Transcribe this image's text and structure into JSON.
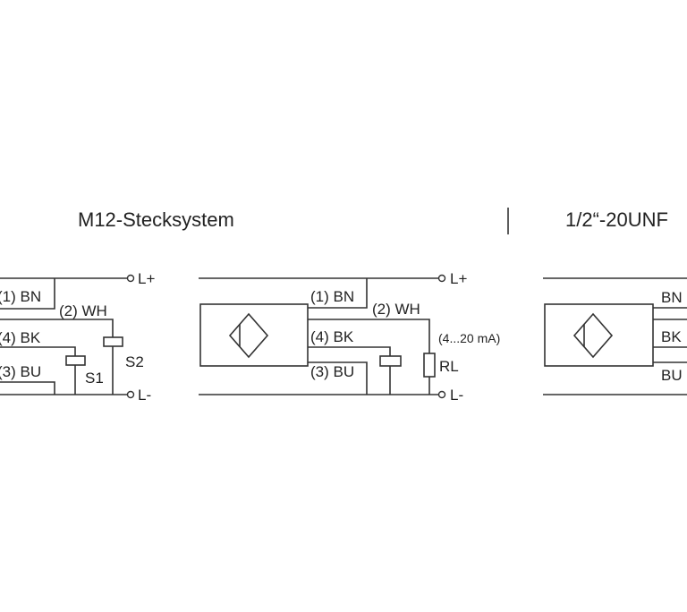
{
  "titles": {
    "left": "M12-Stecksystem",
    "right": "1/2“-20UNF"
  },
  "diagram1": {
    "supply_plus": "L+",
    "supply_minus": "L-",
    "wire_bn": "(1) BN",
    "wire_wh": "(2) WH",
    "wire_bk": "(4) BK",
    "wire_bu": "(3) BU",
    "switch1": "S1",
    "switch2": "S2"
  },
  "diagram2": {
    "supply_plus": "L+",
    "supply_minus": "L-",
    "wire_bn": "(1) BN",
    "wire_wh": "(2) WH",
    "wire_bk": "(4) BK",
    "wire_bu": "(3) BU",
    "current_range": "(4...20 mA)",
    "load": "RL"
  },
  "diagram3": {
    "wire_bn": "BN",
    "wire_bk": "BK",
    "wire_bu": "BU"
  }
}
